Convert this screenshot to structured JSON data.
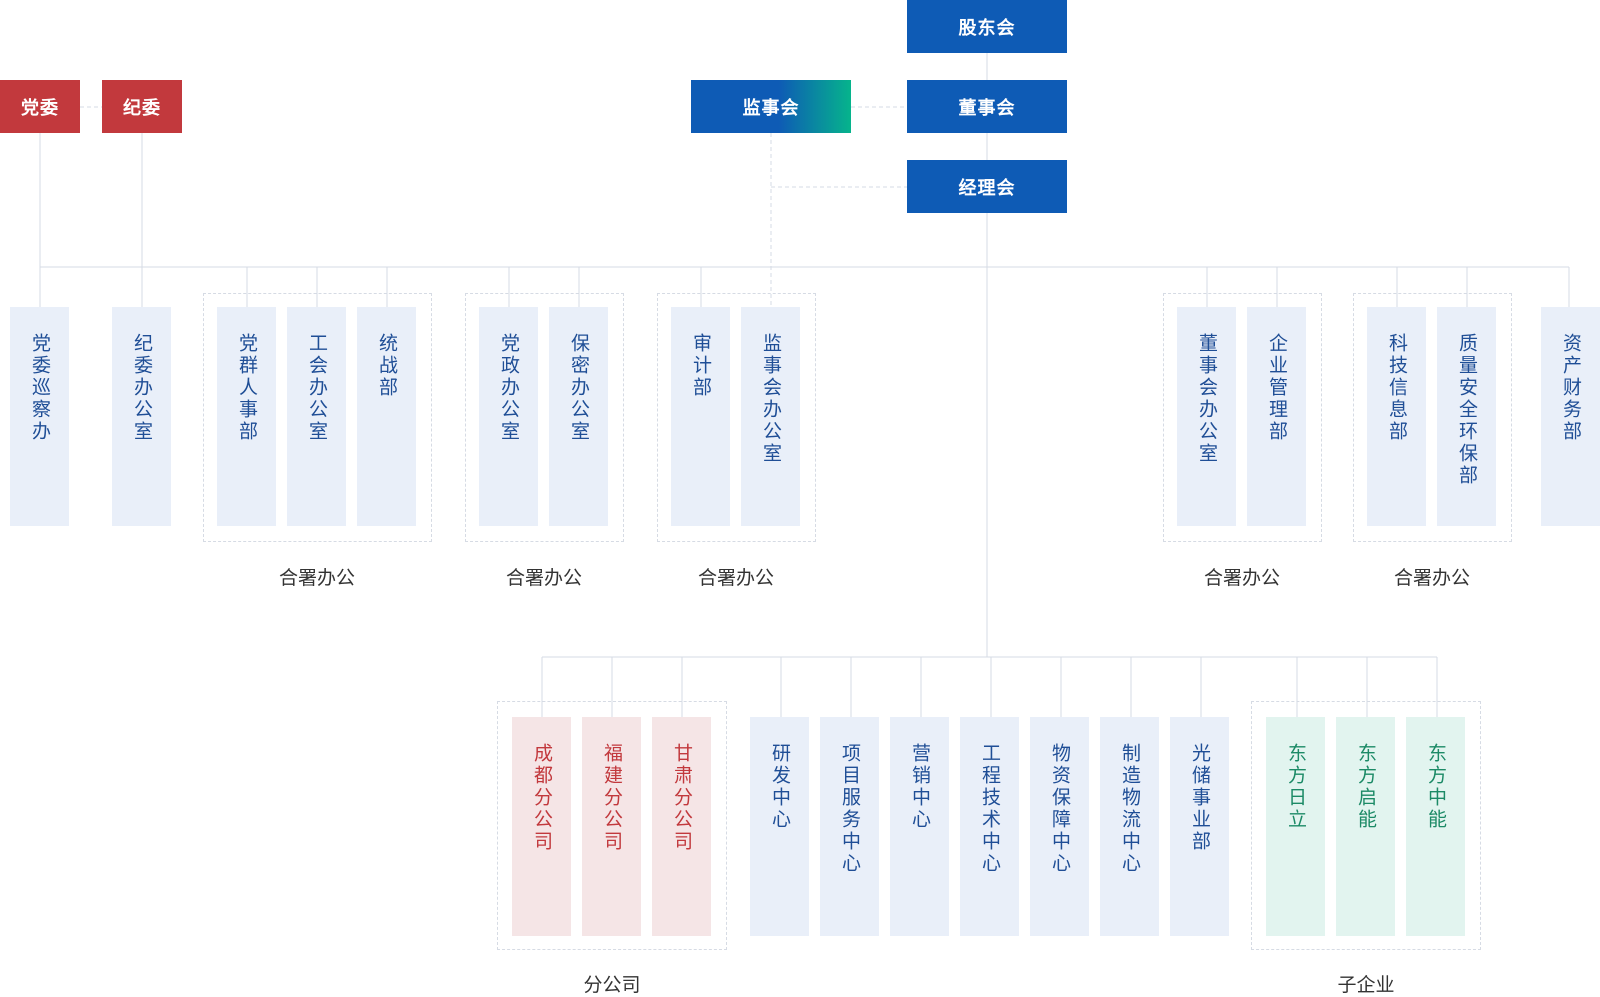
{
  "top": {
    "shareholders": "股东会",
    "board": "董事会",
    "supervisors": "监事会",
    "managers": "经理会",
    "party": "党委",
    "discipline": "纪委"
  },
  "upper_columns": [
    "党委巡察办",
    "纪委办公室",
    "党群人事部",
    "工会办公室",
    "统战部",
    "党政办公室",
    "保密办公室",
    "审计部",
    "监事会办公室",
    "董事会办公室",
    "企业管理部",
    "科技信息部",
    "质量安全环保部",
    "资产财务部"
  ],
  "upper_group_labels": [
    "合署办公",
    "合署办公",
    "合署办公",
    "合署办公",
    "合署办公"
  ],
  "lower_columns": {
    "branches": [
      "成都分公司",
      "福建分公司",
      "甘肃分公司"
    ],
    "centers": [
      "研发中心",
      "项目服务中心",
      "营销中心",
      "工程技术中心",
      "物资保障中心",
      "制造物流中心",
      "光储事业部"
    ],
    "subsidiaries": [
      "东方日立",
      "东方启能",
      "东方中能"
    ]
  },
  "lower_group_labels": {
    "branches": "分公司",
    "subsidiaries": "子企业"
  },
  "colors": {
    "blue": "#0e5bb5",
    "red": "#c2393d",
    "green": "#06b48c",
    "line": "#d6dbe4"
  }
}
